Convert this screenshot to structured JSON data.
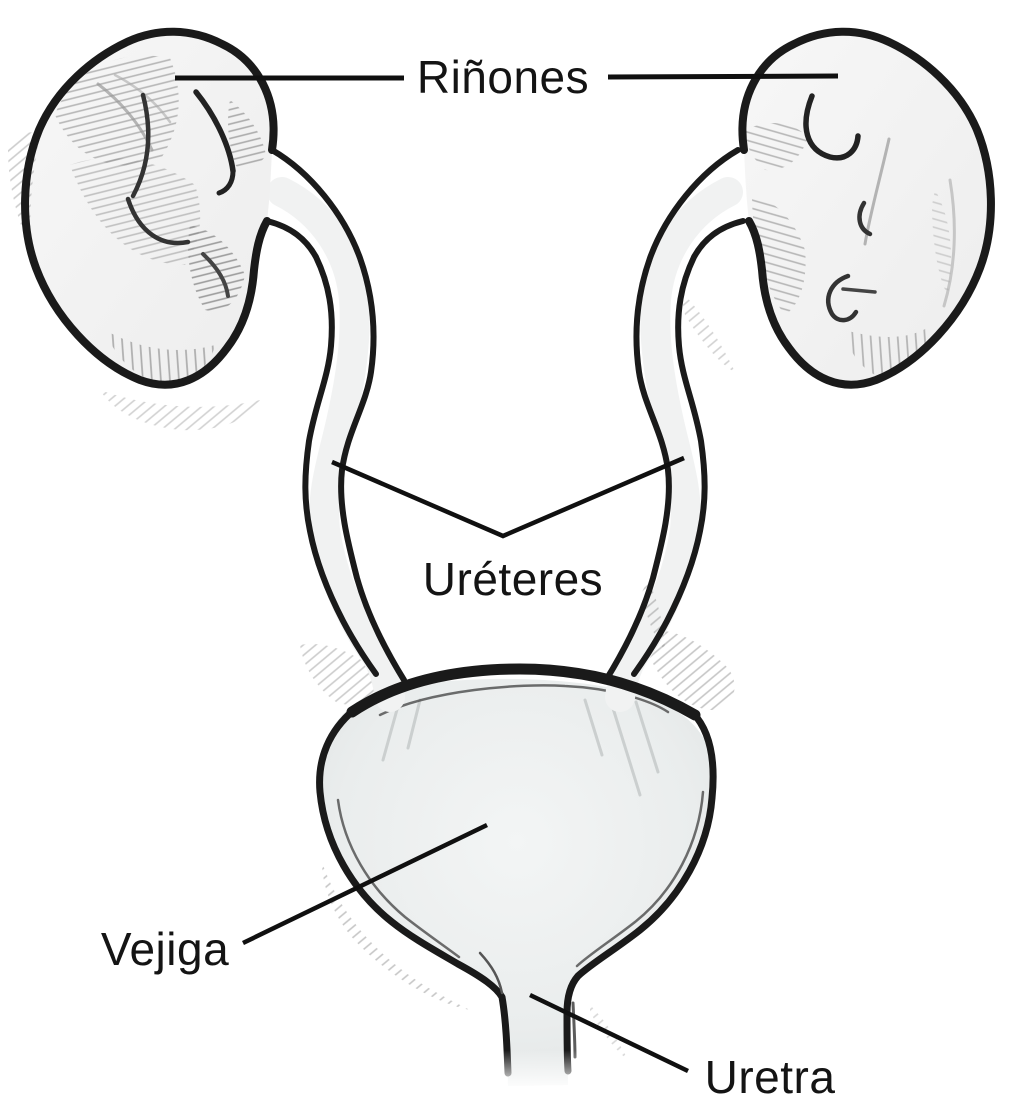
{
  "labels": {
    "kidneys": "Riñones",
    "ureters": "Uréteres",
    "bladder": "Vejiga",
    "urethra": "Uretra"
  },
  "colors": {
    "background": "#ffffff",
    "ink": "#1a1a1a",
    "pencil_shading": "#8d8d8d",
    "bladder_fill": "#e9eded",
    "kidney_fill": "#f1f1f1"
  }
}
